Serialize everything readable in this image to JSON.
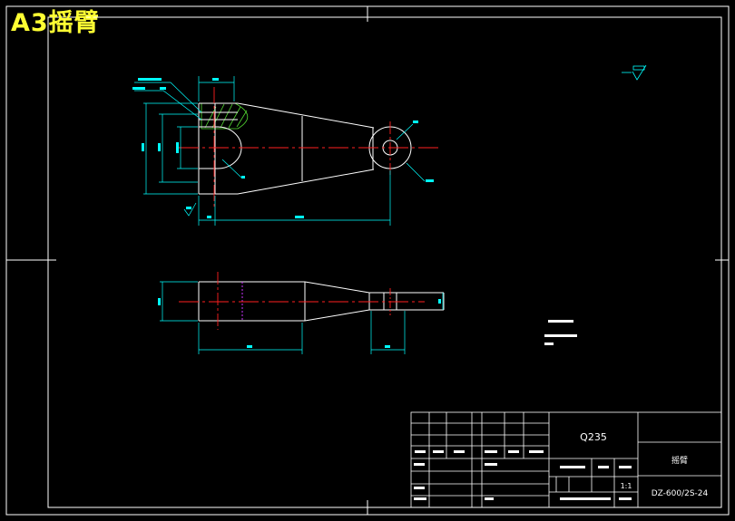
{
  "title": "A3摇臂",
  "colors": {
    "background": "#000000",
    "border": "#ffffff",
    "outline": "#ffffff",
    "dimension": "#00ffff",
    "centerline": "#ff2020",
    "hatch": "#55dd33",
    "label": "#ffff33",
    "phantom": "#cc33ff"
  },
  "title_block": {
    "material": "Q235",
    "part_name": "摇臂",
    "drawing_number": "DZ-600/2S-24",
    "scale": "1:1"
  }
}
